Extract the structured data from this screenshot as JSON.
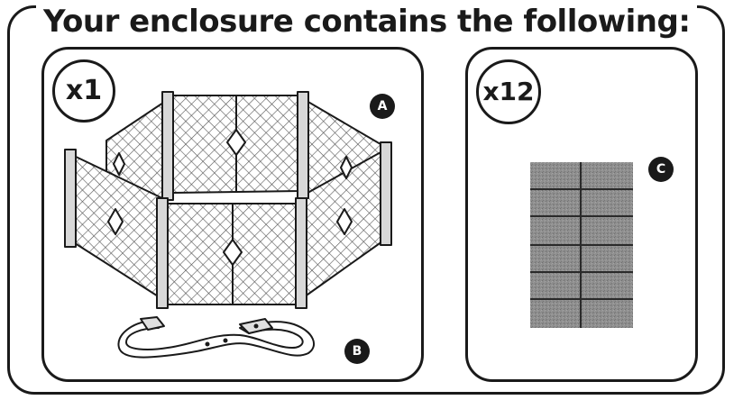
{
  "heading": "Your enclosure contains the following:",
  "kit_items": [
    {
      "quantity": "x1",
      "labels": [
        "A",
        "B"
      ],
      "parts": [
        "fence-enclosure-icon",
        "connector-strap-icon"
      ]
    },
    {
      "quantity": "x12",
      "labels": [
        "C"
      ],
      "parts": [
        "floor-tile-icon"
      ]
    }
  ],
  "colors": {
    "ink": "#1a1a1a",
    "tile_fill": "#8e8e8e",
    "background": "#ffffff"
  }
}
